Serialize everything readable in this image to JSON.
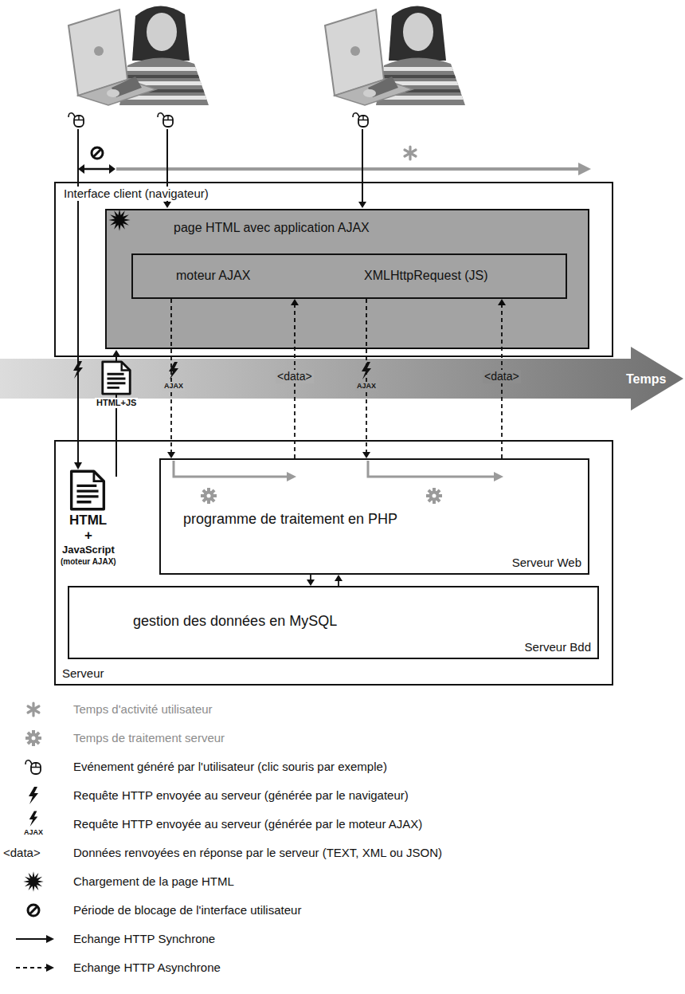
{
  "diagram": {
    "nodes": [
      {
        "text": [
          "Interface client (navigateur)"
        ]
      },
      {
        "text": [
          "page HTML avec application AJAX"
        ],
        "in": 0
      },
      {
        "text": [
          "moteur AJAX",
          "XMLHttpRequest (JS)"
        ],
        "in": 1
      },
      {
        "text": [
          "Serveur"
        ]
      },
      {
        "text": [
          "programme de traitement en PHP",
          "Serveur Web"
        ],
        "in": 3
      },
      {
        "text": [
          "gestion des données en MySQL",
          "Serveur Bdd"
        ],
        "in": 3
      }
    ],
    "edges": [
      {
        "from": 2,
        "to": 4,
        "arrow": "to"
      },
      {
        "from": 4,
        "to": 2,
        "label": "<data>",
        "arrow": "to"
      },
      {
        "from": 2,
        "to": 4,
        "arrow": "to"
      },
      {
        "from": 4,
        "to": 2,
        "label": "<data>",
        "arrow": "to"
      },
      {
        "from": 4,
        "to": 5,
        "arrow": "to"
      },
      {
        "from": 5,
        "to": 4,
        "arrow": "to"
      }
    ],
    "labels": [
      "AJAX",
      "AJAX",
      "HTML+JS",
      "Temps",
      "HTML",
      "+",
      "JavaScript",
      "(moteur AJAX)",
      "AJAX",
      "<data>"
    ],
    "legend": [
      {
        "text": "Temps d'activité utilisateur"
      },
      {
        "text": "Temps de traitement serveur"
      },
      {
        "text": "Evénement généré par l'utilisateur (clic souris par exemple)"
      },
      {
        "text": "Requête HTTP envoyée au serveur (générée par le navigateur)"
      },
      {
        "text": "Requête HTTP envoyée au serveur (générée par le moteur AJAX)"
      },
      {
        "text": "Données renvoyées en réponse par le serveur (TEXT, XML ou JSON)"
      },
      {
        "text": "Chargement de la page HTML"
      },
      {
        "text": "Période de blocage de l'interface utilisateur"
      },
      {
        "text": "Echange HTTP Synchrone"
      },
      {
        "text": "Echange HTTP Asynchrone"
      }
    ]
  }
}
